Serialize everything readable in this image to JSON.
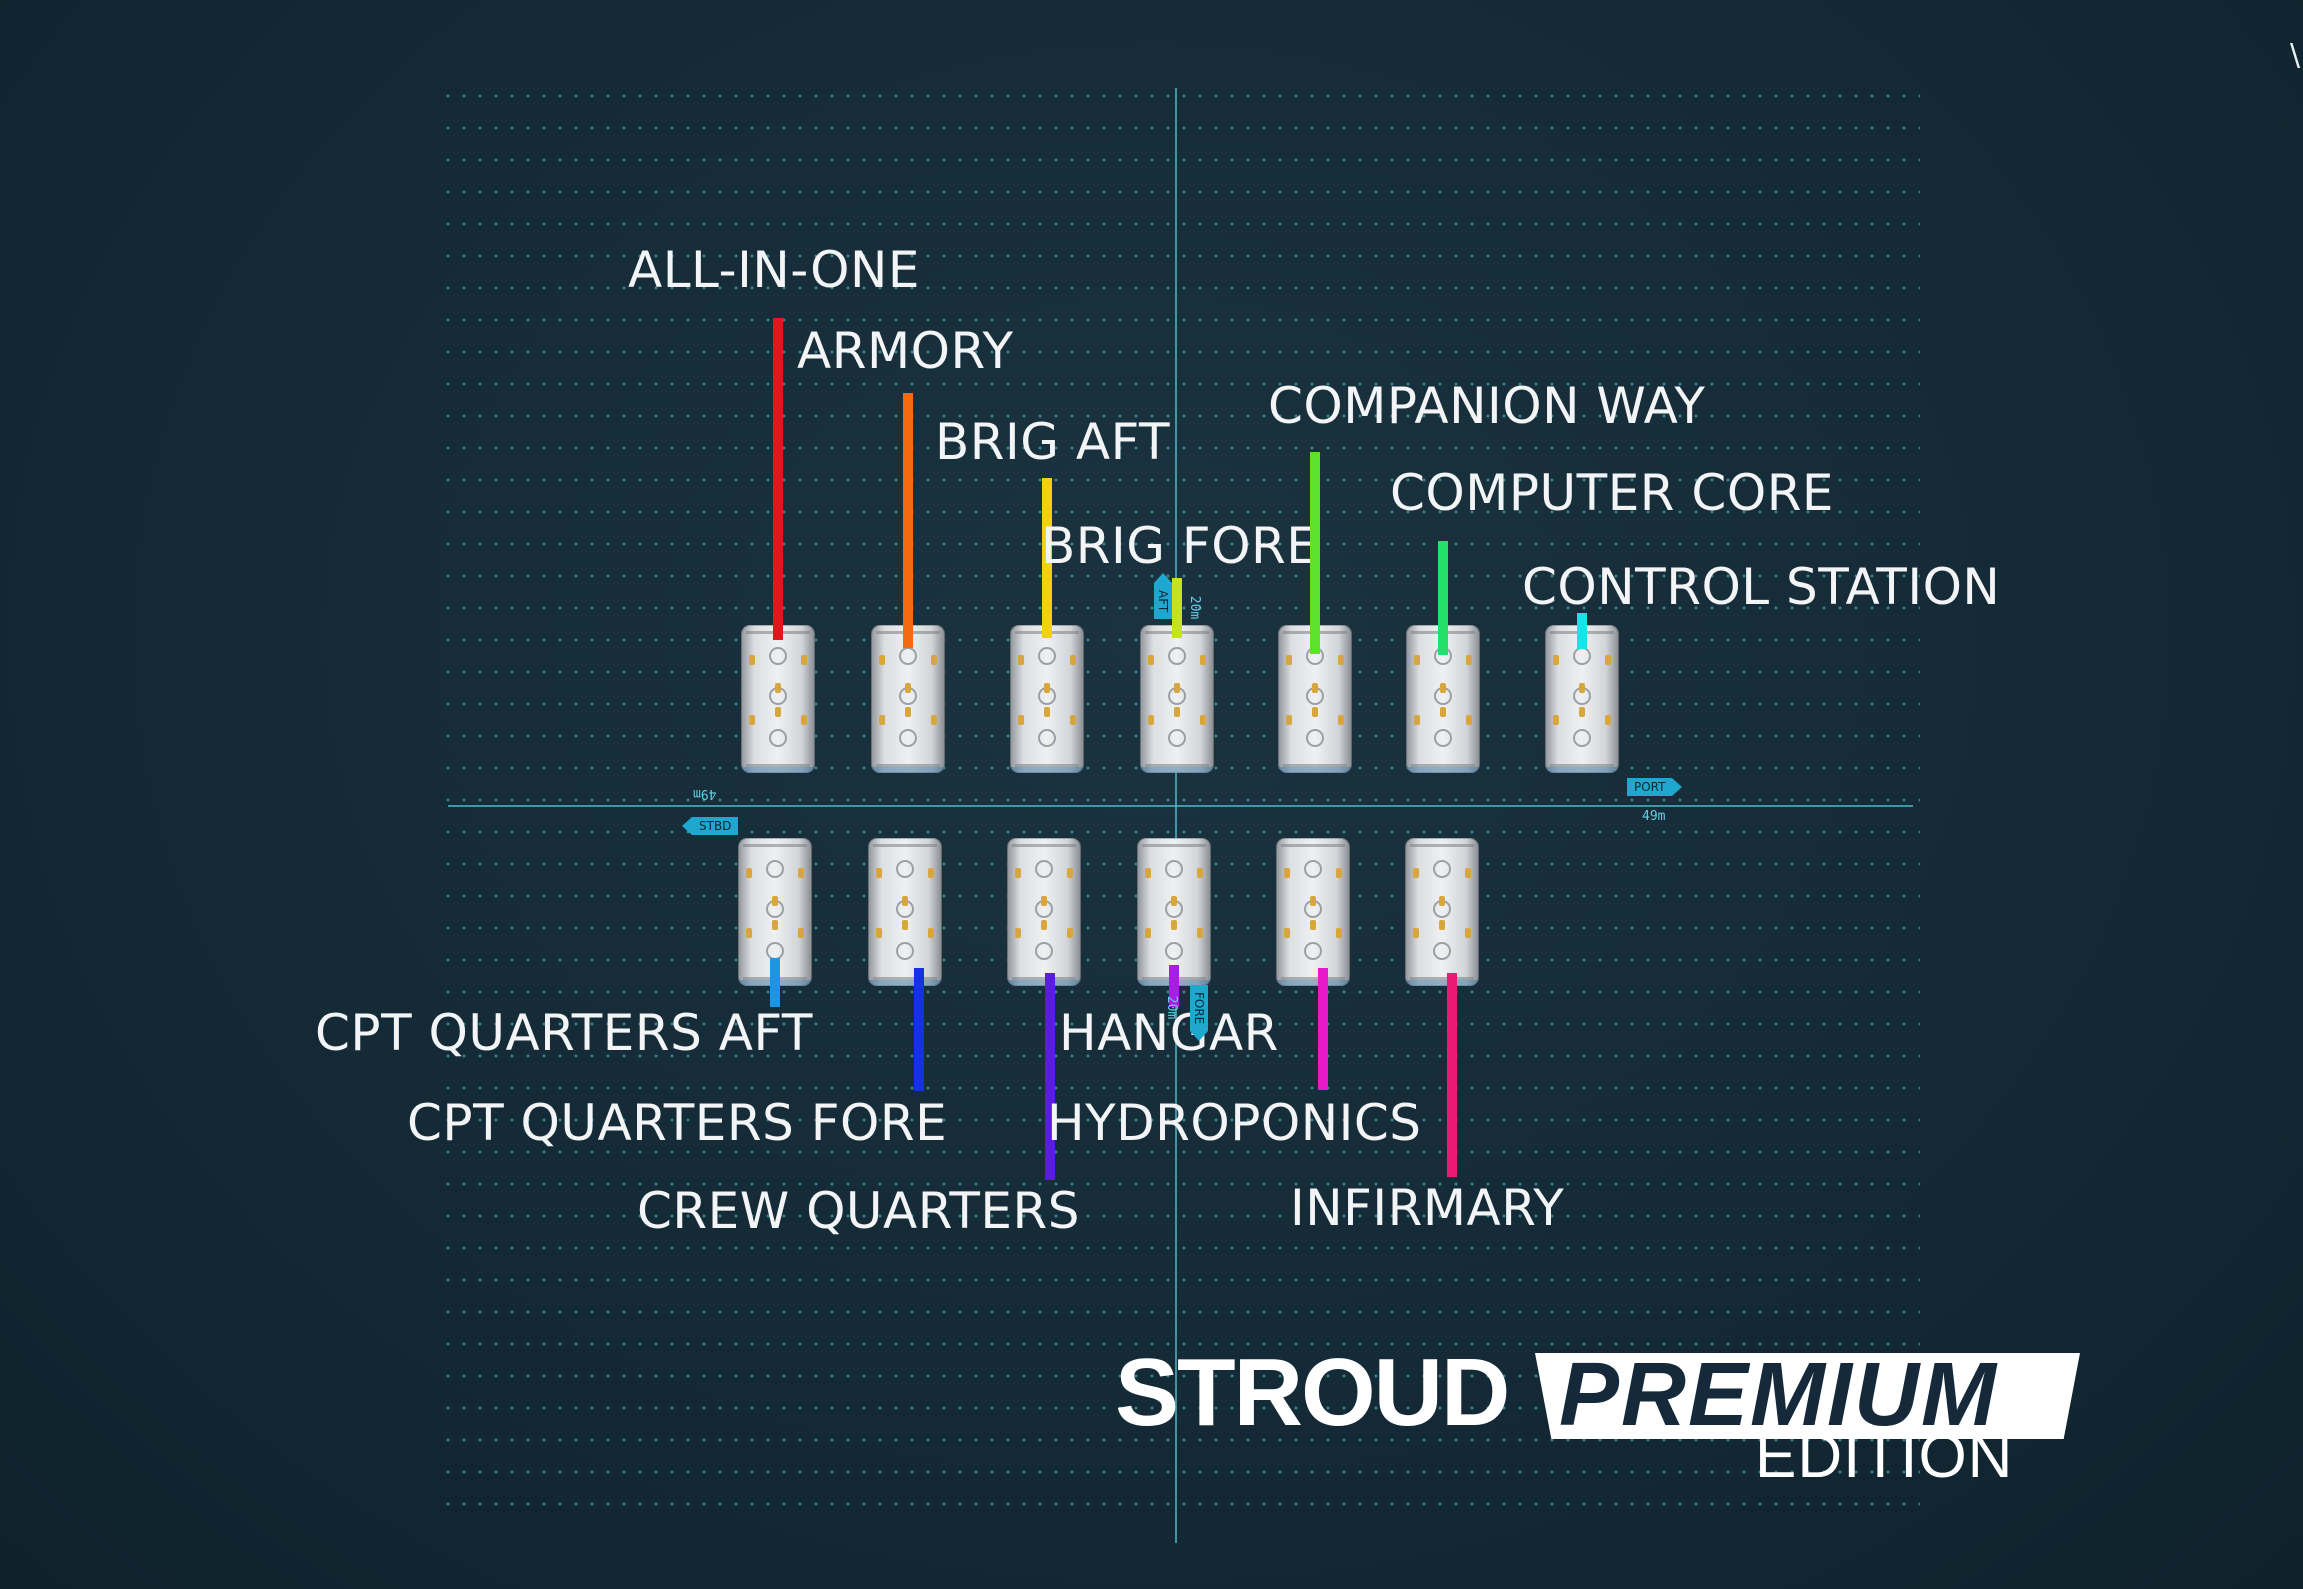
{
  "top_right_glyph": "\\",
  "callouts_upper": [
    {
      "label": "ALL-IN-ONE",
      "color": "#e8141c"
    },
    {
      "label": "ARMORY",
      "color": "#f36a12"
    },
    {
      "label": "BRIG AFT",
      "color": "#f2d012"
    },
    {
      "label": "BRIG FORE",
      "color": "#c4e31a"
    },
    {
      "label": "COMPANION WAY",
      "color": "#5ce22a"
    },
    {
      "label": "COMPUTER CORE",
      "color": "#22e06a"
    },
    {
      "label": "CONTROL STATION",
      "color": "#1ee0e8"
    }
  ],
  "callouts_lower": [
    {
      "label": "CPT QUARTERS AFT",
      "color": "#1a96e8"
    },
    {
      "label": "CPT QUARTERS FORE",
      "color": "#1432e0"
    },
    {
      "label": "CREW QUARTERS",
      "color": "#5a1ae8"
    },
    {
      "label": "HANGAR",
      "color": "#a81ee0"
    },
    {
      "label": "HYDROPONICS",
      "color": "#e61ac8"
    },
    {
      "label": "INFIRMARY",
      "color": "#ea1a72"
    }
  ],
  "axis_tags": {
    "aft": "AFT",
    "port": "PORT",
    "stbd": "STBD",
    "fore": "FORE"
  },
  "dimensions": {
    "top": "20m",
    "bottom": "20m",
    "left": "49m",
    "right": "49m"
  },
  "brand": {
    "name": "STROUD",
    "tier": "PREMIUM",
    "edition": "EDITION"
  }
}
